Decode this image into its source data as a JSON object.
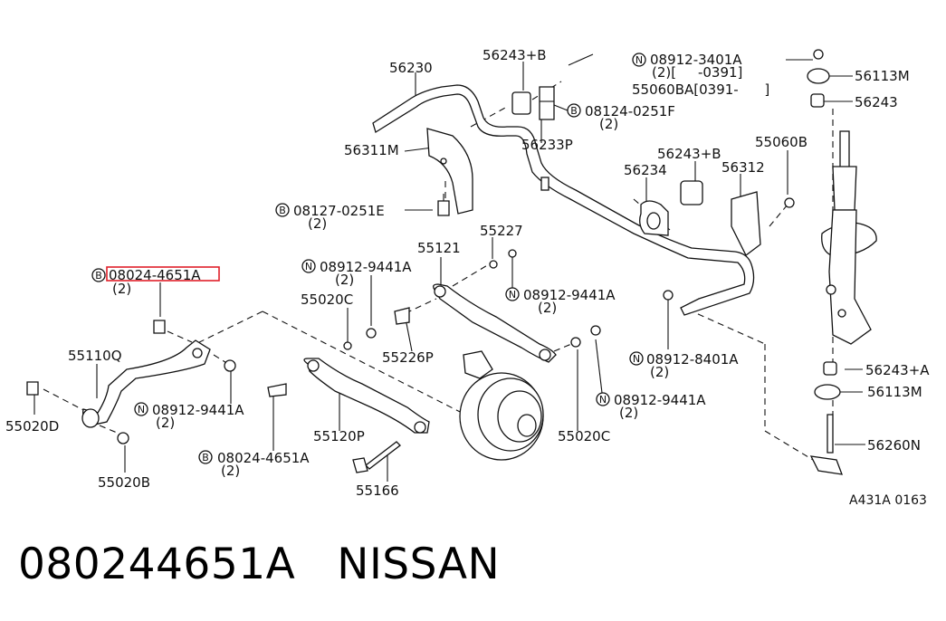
{
  "callouts": {
    "c56230": "56230",
    "c56243B_top": "56243+B",
    "c08912_3401A": "08912-3401A",
    "c08912_3401A_qty": "(2)[     -0391]",
    "c56113M_top": "56113M",
    "c55060BA": "55060BA[0391-      ]",
    "c56243_top": "56243",
    "c08124": "08124-0251F",
    "c08124_qty": "(2)",
    "c56311M": "56311M",
    "c56233P": "56233P",
    "c56243B_mid": "56243+B",
    "c55060B": "55060B",
    "c56234": "56234",
    "c56312": "56312",
    "c08127": "08127-0251E",
    "c08127_qty": "(2)",
    "c55227": "55227",
    "c55121": "55121",
    "c08912_9441A_a": "08912-9441A",
    "c08912_9441A_a_qty": "(2)",
    "c08912_9441A_b": "08912-9441A",
    "c08912_9441A_b_qty": "(2)",
    "c08024_highlight": "08024-4651A",
    "c08024_highlight_qty": "(2)",
    "c55020C_a": "55020C",
    "c55226P": "55226P",
    "c08912_8401A": "08912-8401A",
    "c08912_8401A_qty": "(2)",
    "c56243A": "56243+A",
    "c55110Q": "55110Q",
    "c56113M_bot": "56113M",
    "c08912_9441A_c": "08912-9441A",
    "c08912_9441A_c_qty": "(2)",
    "c08912_9441A_d": "08912-9441A",
    "c08912_9441A_d_qty": "(2)",
    "c55020D": "55020D",
    "c55120P": "55120P",
    "c55020C_b": "55020C",
    "c56260N": "56260N",
    "c08024_b": "08024-4651A",
    "c08024_b_qty": "(2)",
    "c55020B": "55020B",
    "c55166": "55166",
    "diagram_code": "A431A 0163"
  },
  "symbols": {
    "bolt": "B",
    "nut": "N"
  },
  "footer": {
    "part_number": "080244651A",
    "brand": "NISSAN"
  },
  "colors": {
    "highlight_box": "#e0202a",
    "ink": "#111111",
    "background": "#ffffff"
  }
}
